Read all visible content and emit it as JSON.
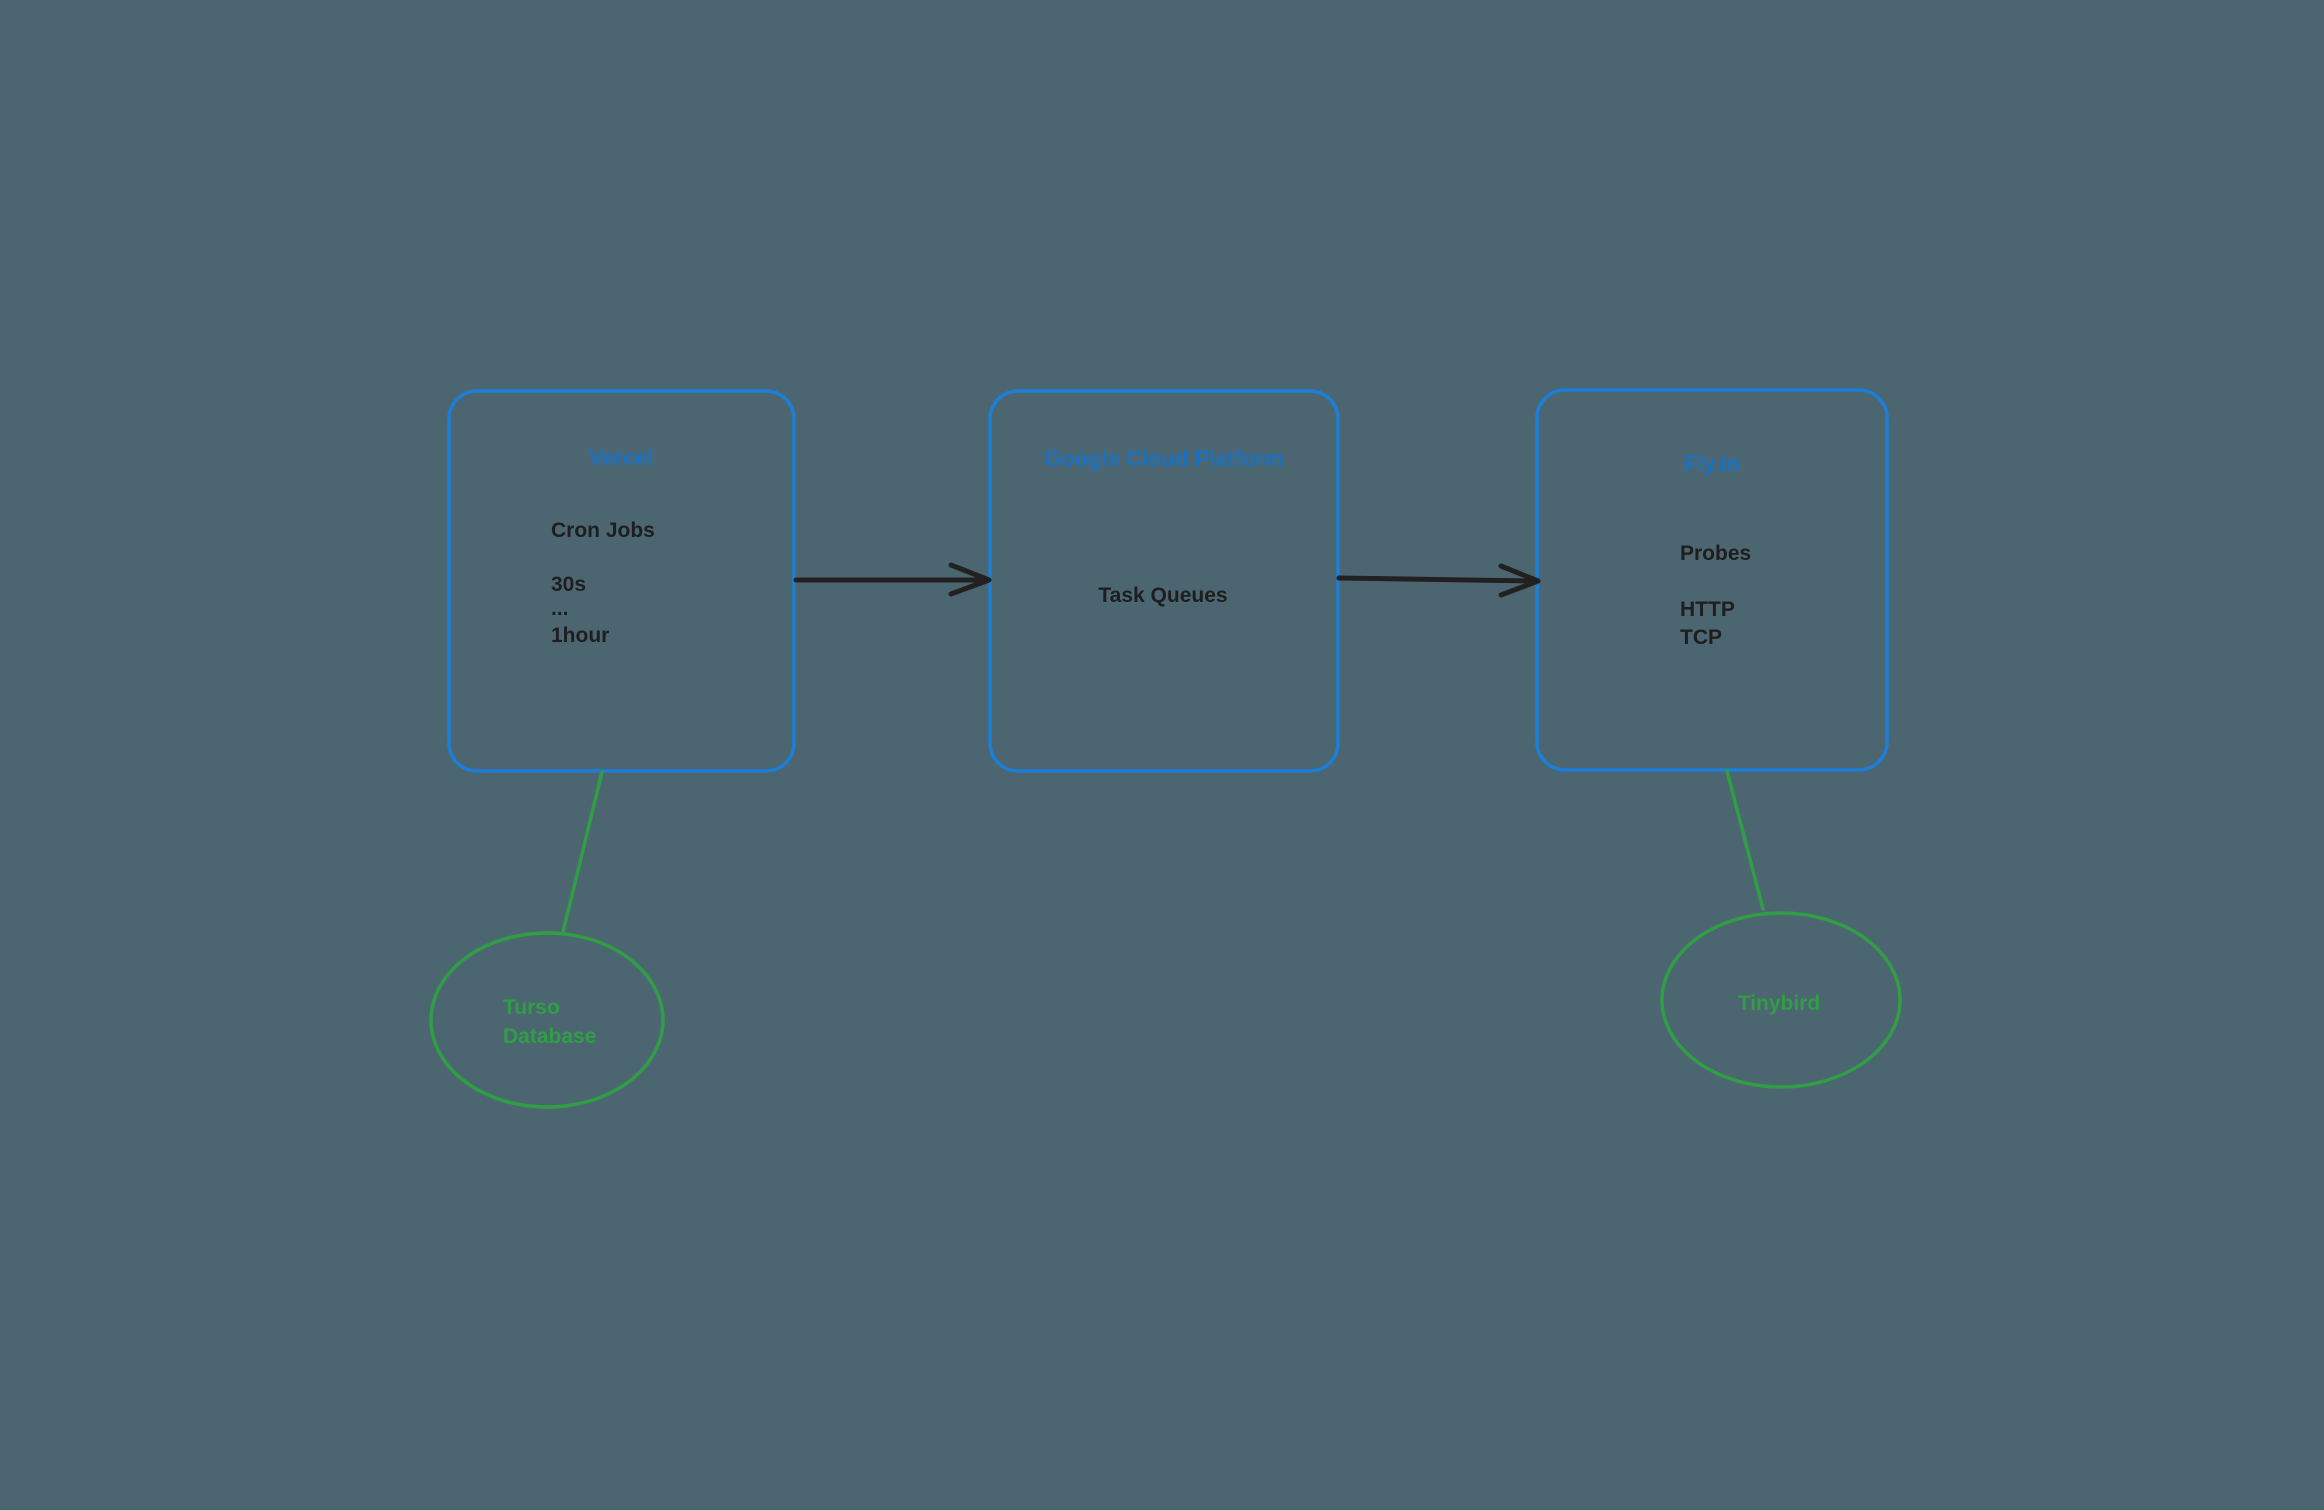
{
  "diagram": {
    "background_color": "#4c6671",
    "colors": {
      "box_stroke": "#1c7ed6",
      "title_text": "#1971c2",
      "body_text": "#1e1e1e",
      "arrow": "#212121",
      "green": "#2f9e44"
    },
    "boxes": [
      {
        "title": "Vercel",
        "lines": [
          "Cron Jobs",
          "30s",
          "...",
          "1hour"
        ]
      },
      {
        "title": "Google Cloud Platform",
        "lines": [
          "Task Queues"
        ]
      },
      {
        "title": "Fly.io",
        "lines": [
          "Probes",
          "HTTP",
          "TCP"
        ]
      }
    ],
    "ellipses": [
      {
        "label_line1": "Turso",
        "label_line2": "Database"
      },
      {
        "label_line1": "Tinybird"
      }
    ]
  }
}
